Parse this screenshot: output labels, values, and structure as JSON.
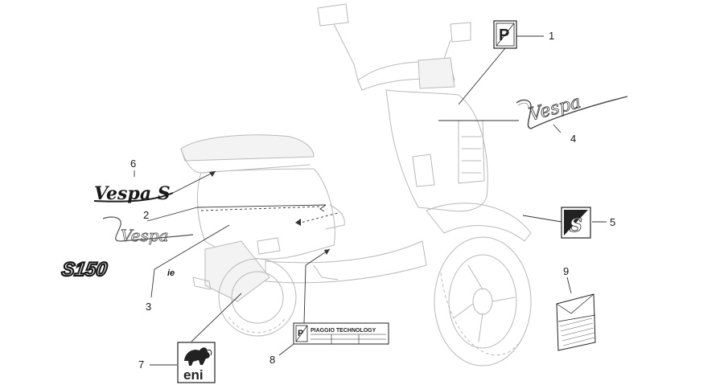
{
  "callouts": {
    "c1": "1",
    "c2": "2",
    "c3": "3",
    "c4": "4",
    "c5": "5",
    "c6": "6",
    "c7": "7",
    "c8": "8",
    "c9": "9"
  },
  "decals": {
    "vespa_script": "Vespa",
    "vespa_s_script": "Vespa S",
    "model_badge": "S150",
    "model_badge_suffix": "ie",
    "p_badge": "P",
    "s_badge": "S",
    "eni_logo_text": "eni",
    "piaggio_tech_text": "PIAGGIO TECHNOLOGY",
    "piaggio_tech_p": "P"
  },
  "colors": {
    "ink": "#1a1a1a",
    "ghost": "#b9b9b9",
    "badge_dark": "#222222"
  }
}
